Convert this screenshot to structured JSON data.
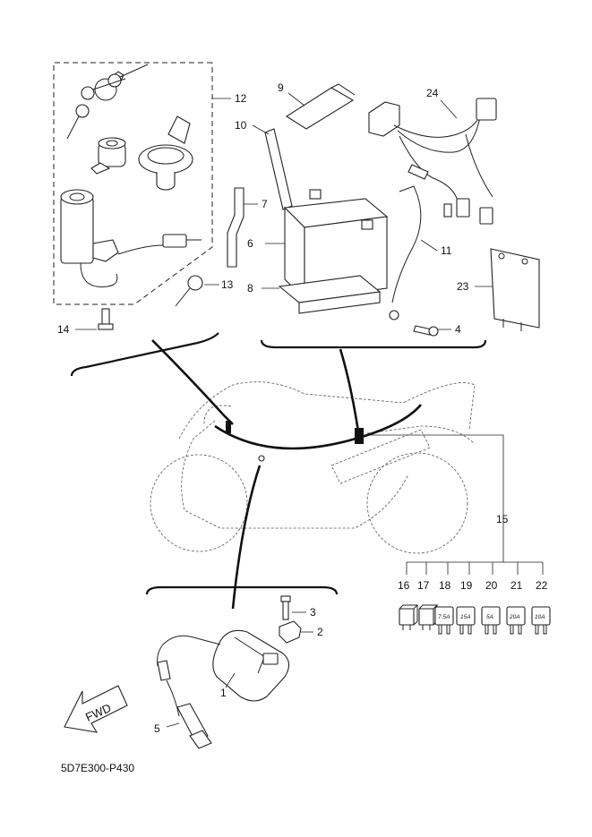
{
  "diagram": {
    "part_code": "5D7E300-P430",
    "fwd_label": "FWD",
    "callouts": {
      "c1": "1",
      "c2": "2",
      "c3": "3",
      "c4": "4",
      "c5": "5",
      "c6": "6",
      "c7": "7",
      "c8": "8",
      "c9": "9",
      "c10": "10",
      "c11": "11",
      "c12": "12",
      "c13": "13",
      "c14": "14",
      "c15": "15",
      "c16": "16",
      "c17": "17",
      "c18": "18",
      "c19": "19",
      "c20": "20",
      "c21": "21",
      "c22": "22",
      "c23": "23",
      "c24": "24"
    },
    "fuse_ratings": {
      "f18": "7.5A",
      "f19": "15A",
      "f20": "5A",
      "f21": "20A",
      "f22": "10A"
    }
  }
}
